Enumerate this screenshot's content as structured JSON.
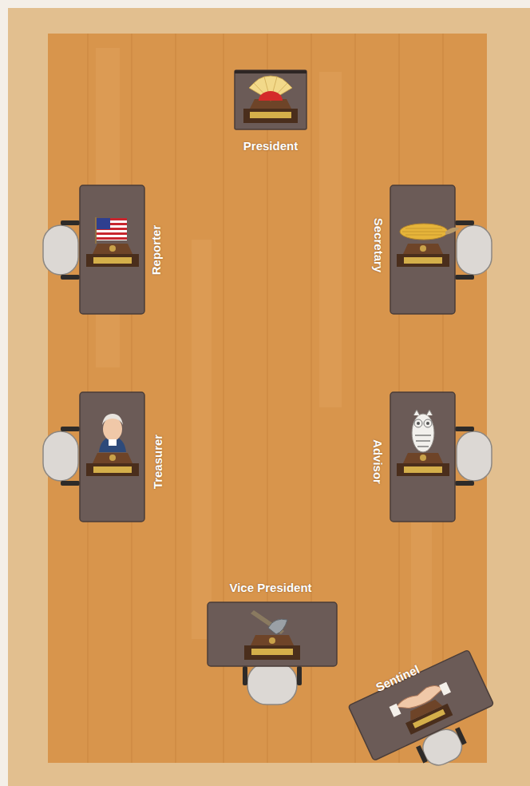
{
  "diagram": {
    "nodes": [
      {
        "text": [
          "President"
        ]
      },
      {
        "text": [
          "Reporter"
        ]
      },
      {
        "text": [
          "Secretary"
        ]
      },
      {
        "text": [
          "Treasurer"
        ]
      },
      {
        "text": [
          "Advisor"
        ]
      },
      {
        "text": [
          "Vice President"
        ]
      },
      {
        "text": [
          "Sentinel"
        ]
      }
    ]
  }
}
